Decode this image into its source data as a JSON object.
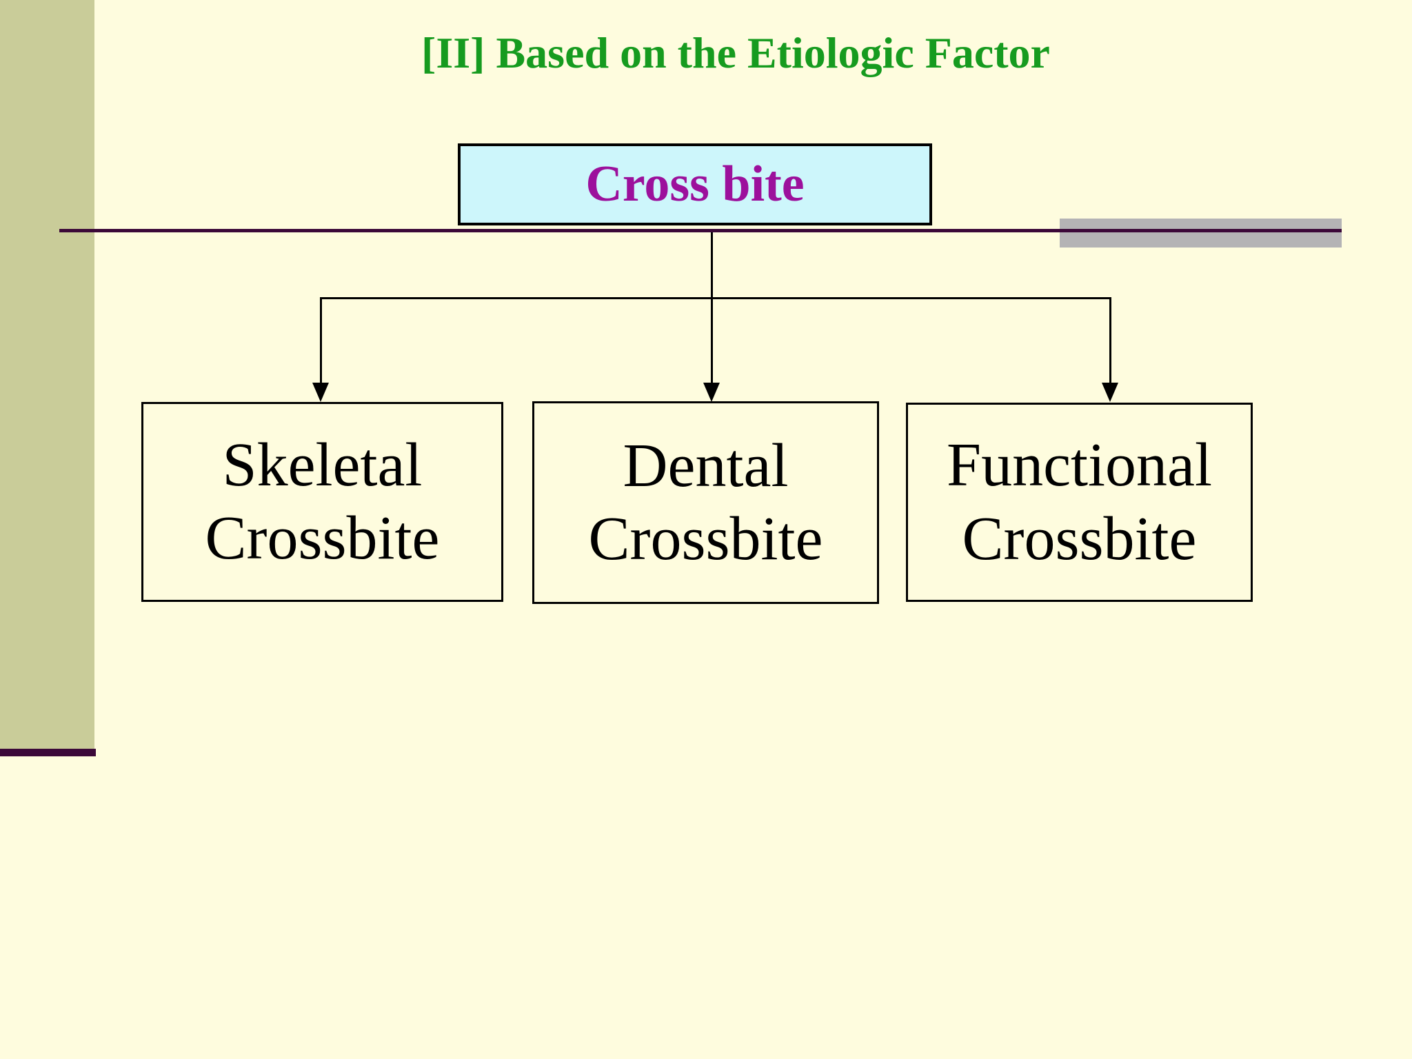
{
  "slide": {
    "title": "[II] Based on the Etiologic Factor",
    "colors": {
      "background": "#FEFCDE",
      "sidebar_olive": "#C9CC99",
      "title_green": "#169B1F",
      "root_fill_cyan": "#CDF6FB",
      "root_text_magenta": "#9C109C",
      "divider_purple": "#3B0838",
      "gray_bar": "#B4B3B5",
      "node_border": "#000000",
      "node_text": "#000000"
    }
  },
  "diagram": {
    "root": {
      "label": "Cross bite"
    },
    "children": [
      {
        "label": "Skeletal Crossbite",
        "line1": "Skeletal",
        "line2": "Crossbite"
      },
      {
        "label": "Dental Crossbite",
        "line1": "Dental",
        "line2": "Crossbite"
      },
      {
        "label": "Functional Crossbite",
        "line1": "Functional",
        "line2": "Crossbite"
      }
    ]
  }
}
